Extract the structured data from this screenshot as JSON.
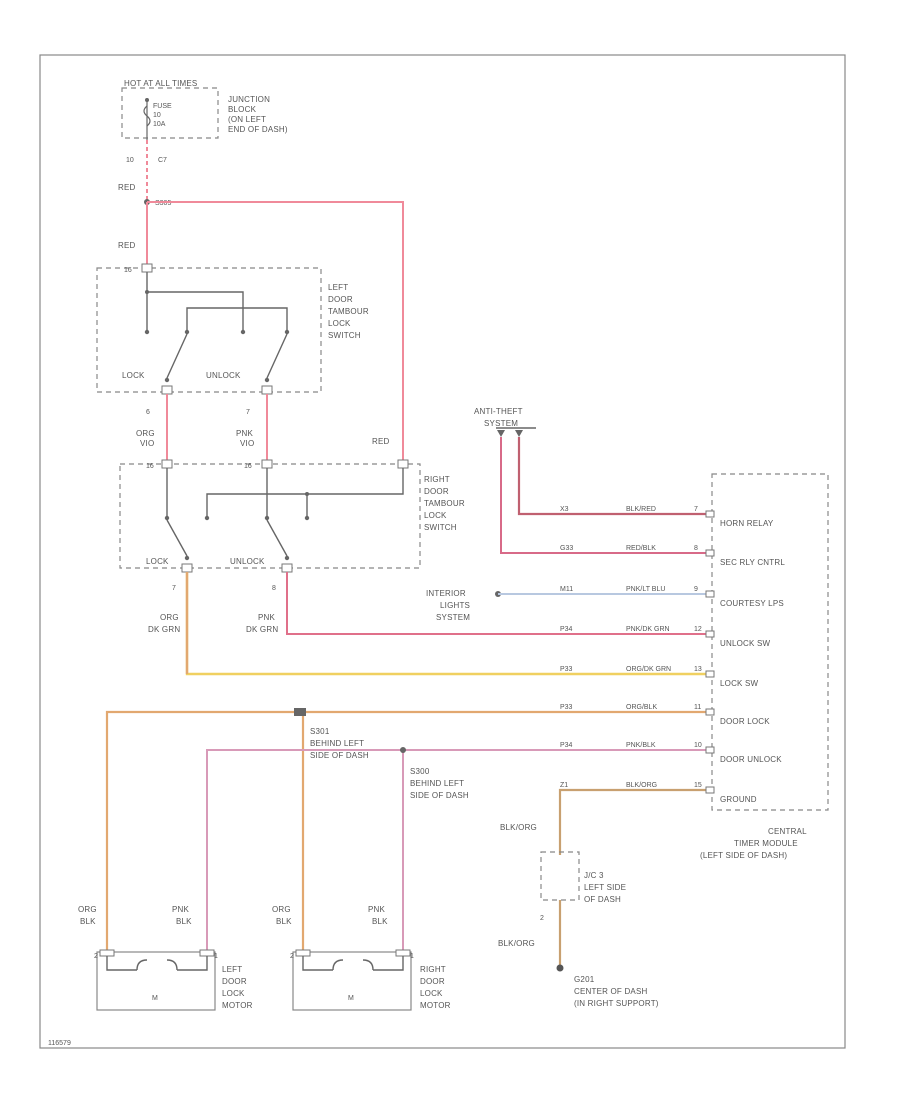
{
  "colors": {
    "red": "#f08a9a",
    "orange": "#e2a870",
    "pink": "#d89ab8",
    "yellow": "#f0d060",
    "black_red": "#c06070",
    "light_blue": "#b8c8e0",
    "tan": "#c8a070",
    "outline": "#666666"
  },
  "fuse_block": {
    "header": "HOT AT ALL TIMES",
    "fuse_line1": "FUSE",
    "fuse_line2": "10",
    "fuse_line3": "10A",
    "desc": [
      "JUNCTION",
      "BLOCK",
      "(ON LEFT",
      "END OF DASH)"
    ],
    "pin_left": "10",
    "pin_right": "C7"
  },
  "wires_top": {
    "red_1": "RED",
    "splice": "S305",
    "red_2": "RED",
    "red_3": "RED"
  },
  "left_switch": {
    "pin_top": "16",
    "desc": [
      "LEFT",
      "DOOR",
      "TAMBOUR",
      "LOCK",
      "SWITCH"
    ],
    "lock_label": "LOCK",
    "unlock_label": "UNLOCK",
    "pin_lock": "6",
    "pin_unlock": "7",
    "wire_lock": [
      "ORG",
      "VIO"
    ],
    "wire_unlock": [
      "PNK",
      "VIO"
    ]
  },
  "right_switch": {
    "pin_lock_in": "16",
    "pin_unlock_in": "16",
    "desc": [
      "RIGHT",
      "DOOR",
      "TAMBOUR",
      "LOCK",
      "SWITCH"
    ],
    "lock_label": "LOCK",
    "unlock_label": "UNLOCK",
    "pin_lock_out": "7",
    "pin_unlock_out": "8",
    "wire_lock_out": [
      "ORG",
      "DK GRN"
    ],
    "wire_unlock_out": [
      "PNK",
      "DK GRN"
    ]
  },
  "anti_theft": {
    "label": [
      "ANTI-THEFT",
      "SYSTEM"
    ]
  },
  "interior_lights": {
    "label": [
      "INTERIOR",
      "LIGHTS",
      "SYSTEM"
    ]
  },
  "module": {
    "rows": [
      {
        "circuit": "X3",
        "wire": "BLK/RED",
        "pin": "7",
        "func": "HORN RELAY"
      },
      {
        "circuit": "G33",
        "wire": "RED/BLK",
        "pin": "8",
        "func": "SEC RLY CNTRL"
      },
      {
        "circuit": "M11",
        "wire": "PNK/LT BLU",
        "pin": "9",
        "func": "COURTESY LPS"
      },
      {
        "circuit": "P34",
        "wire": "PNK/DK GRN",
        "pin": "12",
        "func": "UNLOCK SW"
      },
      {
        "circuit": "P33",
        "wire": "ORG/DK GRN",
        "pin": "13",
        "func": "LOCK SW"
      },
      {
        "circuit": "P33",
        "wire": "ORG/BLK",
        "pin": "11",
        "func": "DOOR LOCK"
      },
      {
        "circuit": "P34",
        "wire": "PNK/BLK",
        "pin": "10",
        "func": "DOOR UNLOCK"
      },
      {
        "circuit": "Z1",
        "wire": "BLK/ORG",
        "pin": "15",
        "func": "GROUND"
      }
    ],
    "desc": [
      "CENTRAL",
      "TIMER MODULE",
      "(LEFT SIDE OF DASH)"
    ]
  },
  "splices": {
    "s301": [
      "S301",
      "BEHIND LEFT",
      "SIDE OF DASH"
    ],
    "s300": [
      "S300",
      "BEHIND LEFT",
      "SIDE OF DASH"
    ]
  },
  "ground": {
    "wire_top": "BLK/ORG",
    "connector": [
      "J/C 3",
      "LEFT SIDE",
      "OF DASH"
    ],
    "pin": "2",
    "wire_bottom": "BLK/ORG",
    "ground_point": [
      "G201",
      "CENTER OF DASH",
      "(IN RIGHT SUPPORT)"
    ]
  },
  "left_motor": {
    "wire_org": [
      "ORG",
      "BLK"
    ],
    "wire_pnk": [
      "PNK",
      "BLK"
    ],
    "pin_a": "2",
    "pin_b": "1",
    "motor": "M",
    "desc": [
      "LEFT",
      "DOOR",
      "LOCK",
      "MOTOR"
    ]
  },
  "right_motor": {
    "wire_org": [
      "ORG",
      "BLK"
    ],
    "wire_pnk": [
      "PNK",
      "BLK"
    ],
    "pin_a": "2",
    "pin_b": "1",
    "motor": "M",
    "desc": [
      "RIGHT",
      "DOOR",
      "LOCK",
      "MOTOR"
    ]
  },
  "footer_code": "116579"
}
